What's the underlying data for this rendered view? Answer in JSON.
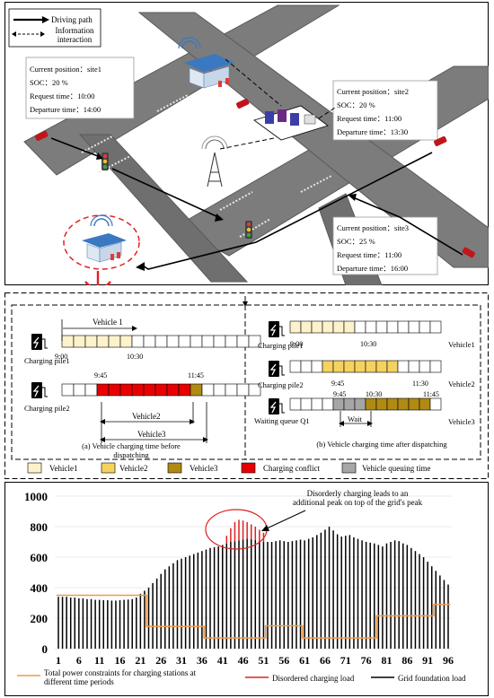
{
  "colors": {
    "road": "#7c7c7c",
    "road_edge": "#5a5a5a",
    "building": "#3a78c2",
    "car": "#c0151a",
    "vehicle1": "#fdf2cc",
    "vehicle2": "#f5d25f",
    "vehicle3": "#b08a12",
    "conflict": "#e80000",
    "queue": "#a6a6a6",
    "orange": "#ee9a4a",
    "red_load": "#e02020",
    "grid_load": "#000000"
  },
  "top": {
    "legend": {
      "driving": "Driving path",
      "info": "Information interaction"
    },
    "site1": {
      "position": "Current position：site1",
      "soc": "SOC：20 %",
      "request": "Request time：10:00",
      "departure": "Departure time：14:00"
    },
    "site2": {
      "position": "Current position：site2",
      "soc": "SOC：20 %",
      "request": "Request time：11:00",
      "departure": "Departure time：13:30"
    },
    "site3": {
      "position": "Current position：site3",
      "soc": "SOC：25 %",
      "request": "Request time：11:00",
      "departure": "Departure time：16:00"
    }
  },
  "middle": {
    "left": {
      "pile1": {
        "name": "Charging pile1",
        "vehicle_label": "Vehicle 1",
        "start": "9:00",
        "end": "10:30"
      },
      "pile2": {
        "name": "Charging pile2",
        "t1": "9:45",
        "t2": "11:45",
        "vehicle2_label": "Vehicle2",
        "vehicle3_label": "Vehicle3"
      },
      "caption": "(a)  Vehicle charging time before dispatching"
    },
    "right": {
      "pile1": {
        "name": "Charging pile1",
        "start": "9:00",
        "end": "10:30",
        "vehicle": "Vehicle1"
      },
      "pile2": {
        "name": "Charging pile2",
        "start": "9:45",
        "end": "11:30",
        "vehicle": "Vehicle2"
      },
      "queue": {
        "name": "Waiting queue Q1",
        "t1": "9:45",
        "t2": "10:30",
        "t3": "11:45",
        "wait": "Wait",
        "vehicle": "Vehicle3"
      },
      "caption": "(b)  Vehicle charging time after dispatching"
    },
    "legend": {
      "vehicle1": "Vehicle1",
      "vehicle2": "Vehicle2",
      "vehicle3": "Vehicle3",
      "conflict": "Charging conflict",
      "queue": "Vehicle queuing time"
    }
  },
  "chart_data": {
    "type": "bar",
    "x_ticks": [
      "1",
      "6",
      "11",
      "16",
      "21",
      "26",
      "31",
      "36",
      "41",
      "46",
      "51",
      "56",
      "61",
      "66",
      "71",
      "76",
      "81",
      "86",
      "91",
      "96"
    ],
    "y_ticks": [
      "0",
      "200",
      "400",
      "600",
      "800",
      "1000"
    ],
    "ylim": [
      0,
      1000
    ],
    "xlim": [
      1,
      96
    ],
    "annotation": "Disorderly charging leads to an additional peak on top of the grid's peak",
    "series": [
      {
        "name": "Grid foundation load",
        "type": "bar",
        "values": [
          340,
          340,
          340,
          335,
          335,
          330,
          330,
          325,
          325,
          320,
          320,
          318,
          318,
          315,
          315,
          318,
          320,
          322,
          325,
          335,
          360,
          380,
          400,
          430,
          460,
          490,
          520,
          540,
          560,
          580,
          590,
          600,
          610,
          620,
          630,
          640,
          650,
          660,
          665,
          670,
          680,
          690,
          700,
          705,
          710,
          715,
          720,
          718,
          712,
          705,
          700,
          700,
          700,
          705,
          710,
          705,
          700,
          705,
          710,
          715,
          710,
          720,
          730,
          745,
          760,
          780,
          800,
          775,
          750,
          735,
          740,
          745,
          730,
          720,
          710,
          700,
          695,
          690,
          680,
          670,
          690,
          700,
          710,
          705,
          690,
          680,
          660,
          640,
          620,
          600,
          570,
          540,
          510,
          480,
          450,
          420
        ]
      },
      {
        "name": "Disordered charging load",
        "type": "bar",
        "start_index": 41,
        "values": [
          680,
          740,
          790,
          830,
          845,
          840,
          830,
          815,
          800,
          780,
          760
        ]
      },
      {
        "name": "Total power constraints for charging stations at different time periods",
        "type": "step",
        "values": [
          350,
          350,
          350,
          350,
          350,
          350,
          350,
          350,
          350,
          350,
          350,
          350,
          350,
          350,
          350,
          350,
          350,
          350,
          350,
          350,
          350,
          350,
          145,
          145,
          145,
          145,
          145,
          145,
          145,
          145,
          145,
          145,
          145,
          145,
          145,
          145,
          70,
          70,
          70,
          70,
          70,
          70,
          70,
          70,
          70,
          70,
          70,
          70,
          70,
          70,
          70,
          150,
          150,
          150,
          150,
          150,
          150,
          150,
          150,
          150,
          70,
          70,
          70,
          70,
          70,
          70,
          70,
          70,
          70,
          70,
          70,
          70,
          70,
          70,
          70,
          70,
          70,
          70,
          215,
          215,
          215,
          215,
          215,
          215,
          215,
          215,
          215,
          215,
          215,
          215,
          215,
          215,
          290,
          290,
          290,
          290
        ]
      }
    ]
  }
}
